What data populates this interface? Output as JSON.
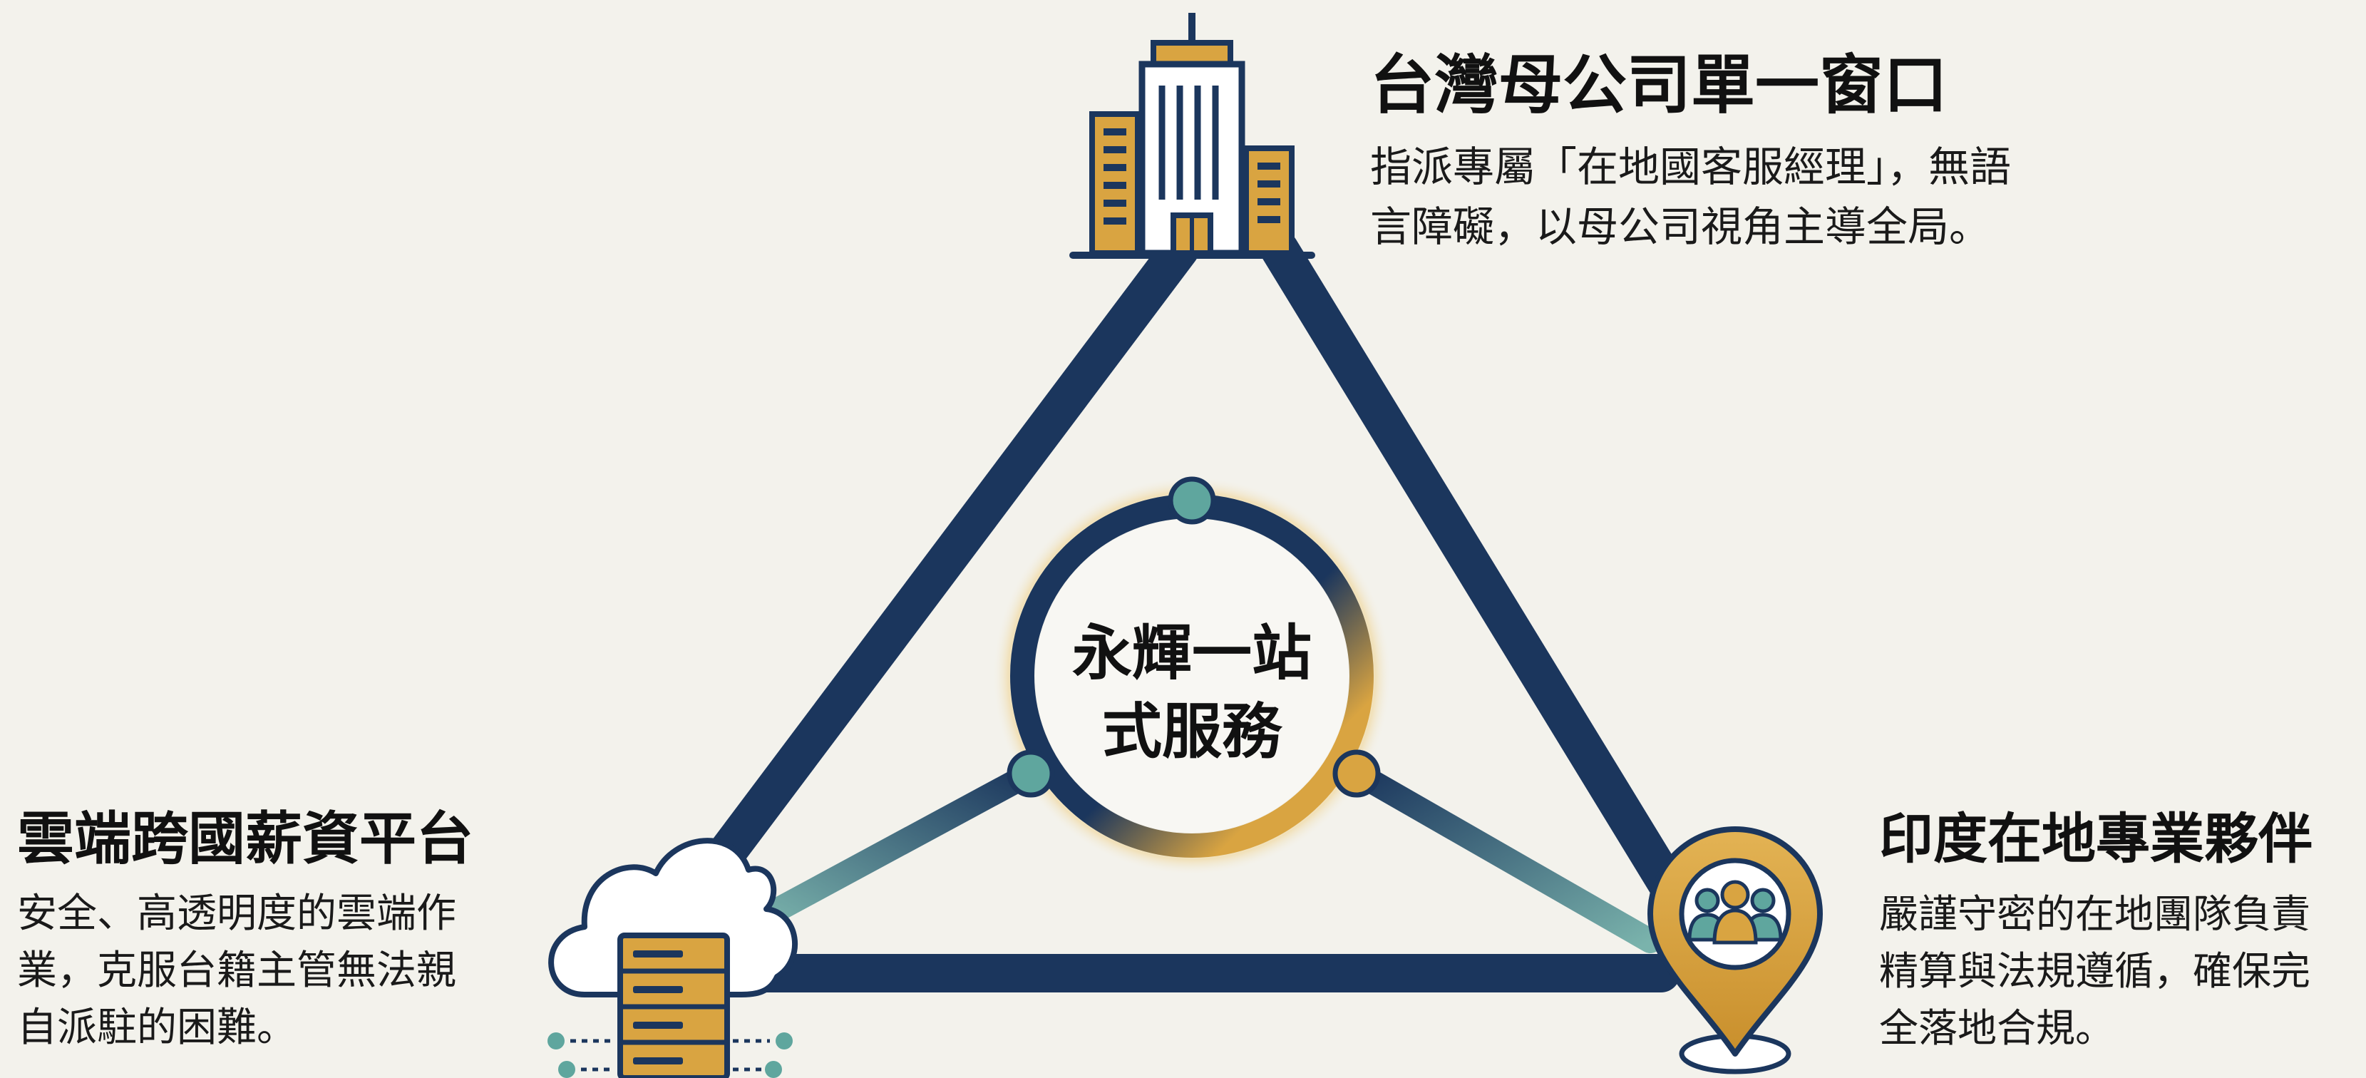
{
  "hub": {
    "line1": "永輝一站",
    "line2": "式服務"
  },
  "nodes": {
    "taiwan_hq": {
      "title": "台灣母公司單一窗口",
      "desc_line1": "指派專屬「在地國客服經理」，無語",
      "desc_line2": "言障礙，以母公司視角主導全局。",
      "icon": "office-building-icon"
    },
    "cloud_platform": {
      "title": "雲端跨國薪資平台",
      "desc_line1": "安全、高透明度的雲端作",
      "desc_line2": "業，克服台籍主管無法親",
      "desc_line3": "自派駐的困難。",
      "icon": "cloud-server-icon"
    },
    "india_partner": {
      "title": "印度在地專業夥伴",
      "desc_line1": "嚴謹守密的在地團隊負責",
      "desc_line2": "精算與法規遵循，確保完",
      "desc_line3": "全落地合規。",
      "icon": "team-location-pin-icon"
    }
  },
  "colors": {
    "background": "#f3f2ec",
    "navy": "#1b365d",
    "teal": "#4d8f8a",
    "gold": "#d9a441",
    "text": "#111111"
  }
}
